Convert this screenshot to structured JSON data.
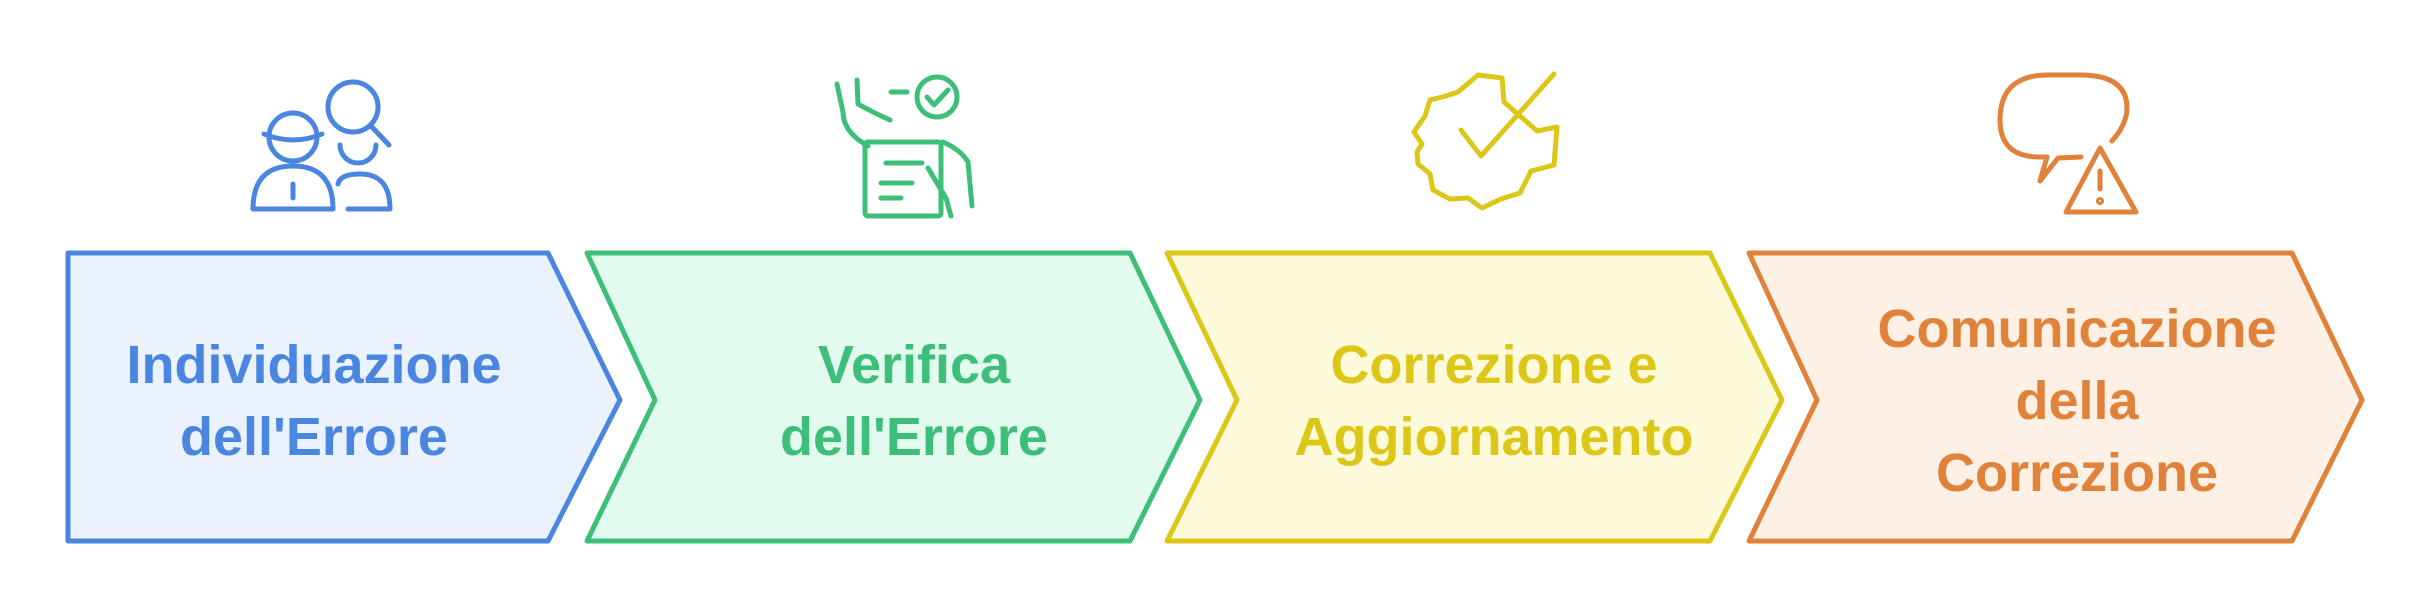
{
  "steps": [
    {
      "id": "individuazione",
      "lines": [
        "Individuazione",
        "dell'Errore"
      ],
      "icon": "people-search-icon",
      "stroke": "#4a85e0",
      "fill": "#eaf2fd",
      "text": "#4a85e0"
    },
    {
      "id": "verifica",
      "lines": [
        "Verifica",
        "dell'Errore"
      ],
      "icon": "checklist-verify-icon",
      "stroke": "#3dbf7a",
      "fill": "#e3fbef",
      "text": "#3dbf7a"
    },
    {
      "id": "correzione",
      "lines": [
        "Correzione e",
        "Aggiornamento"
      ],
      "icon": "gear-check-icon",
      "stroke": "#dcc719",
      "fill": "#fefbdc",
      "text": "#dcc719"
    },
    {
      "id": "comunicazione",
      "lines": [
        "Comunicazione",
        "della",
        "Correzione"
      ],
      "icon": "speech-bubble-warning-icon",
      "stroke": "#e0823a",
      "fill": "#fef0e4",
      "text": "#e0823a"
    }
  ]
}
